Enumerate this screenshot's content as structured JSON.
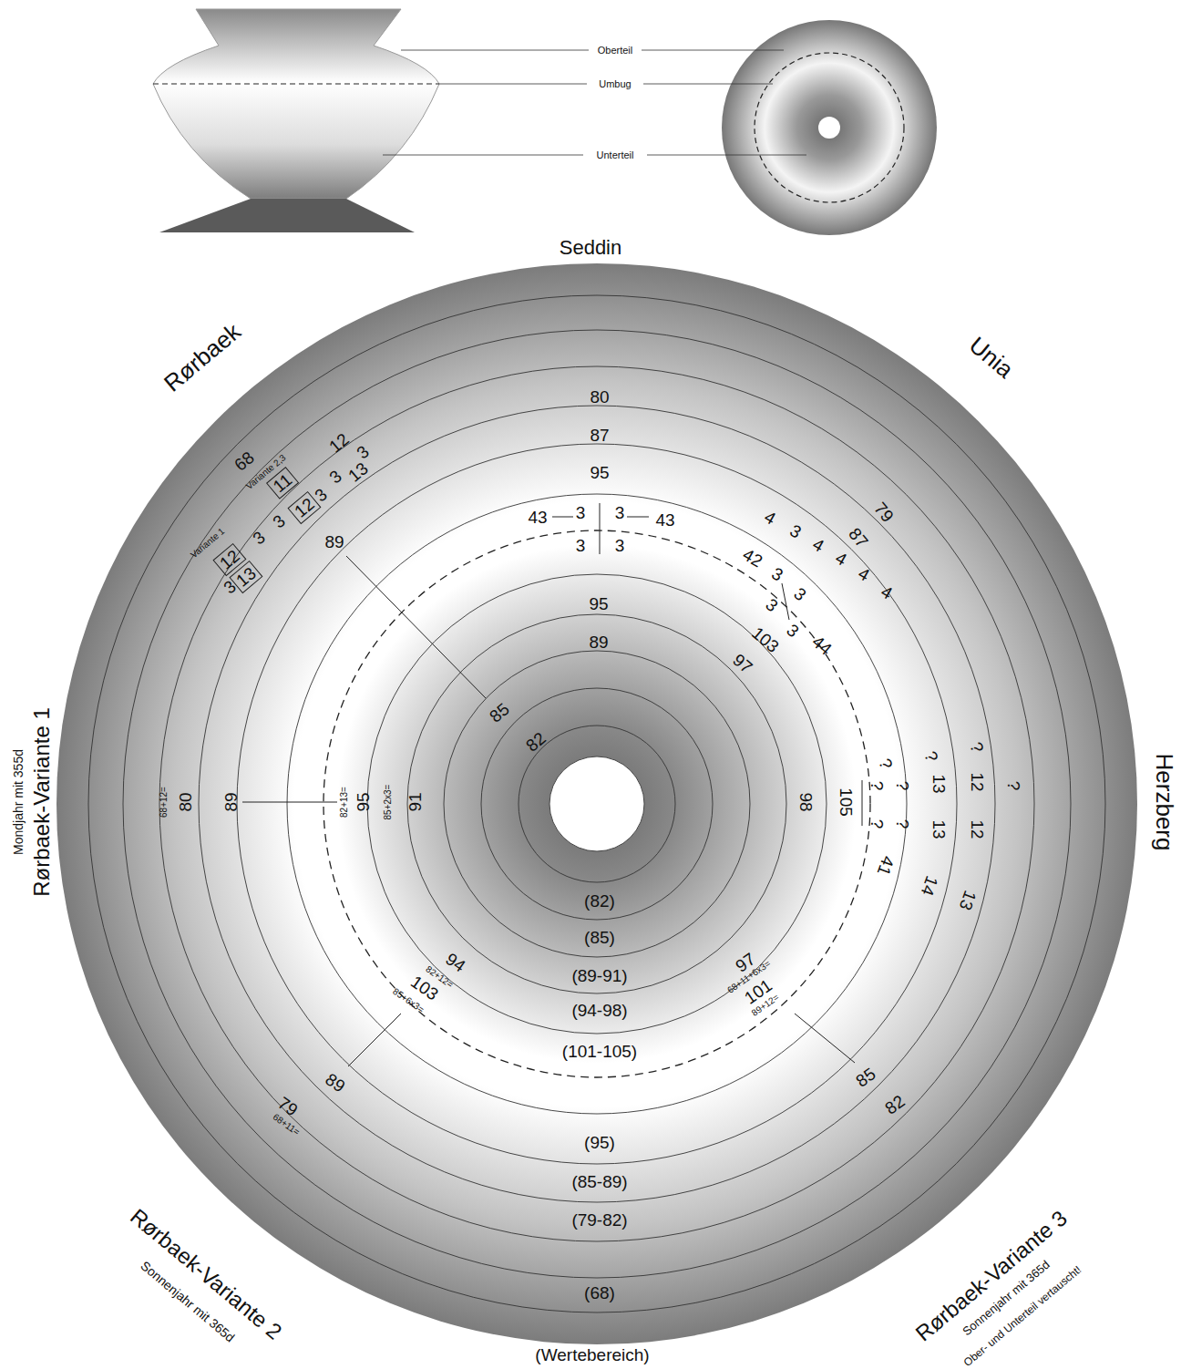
{
  "diagram": {
    "nodes": [
      {
        "text": [
          "11"
        ]
      },
      {
        "text": [
          "12"
        ]
      },
      {
        "text": [
          "12"
        ]
      },
      {
        "text": [
          "13"
        ]
      }
    ],
    "labels": [
      "Oberteil",
      "Umbug",
      "Unterteil",
      "Seddin",
      "Rørbaek",
      "Unia",
      "80",
      "87",
      "95",
      "43",
      "3",
      "3",
      "43",
      "3",
      "3",
      "95",
      "89",
      "68",
      "Variante 2,3",
      "12",
      "3",
      "13",
      "3",
      "3",
      "3",
      "3",
      "Variante 1",
      "3",
      "89",
      "85",
      "82",
      "79",
      "87",
      "4",
      "3",
      "4",
      "4",
      "4",
      "4",
      "42",
      "3",
      "3",
      "3",
      "103",
      "3",
      "44",
      "97",
      "?",
      "?",
      "?",
      "?",
      "?",
      "13",
      "12",
      "?",
      "105",
      "?",
      "?",
      "13",
      "12",
      "41",
      "14",
      "13",
      "98",
      "Mondjahr mit 355d",
      "Rørbaek-Variante 1",
      "68+12=",
      "80",
      "89",
      "82+13=",
      "95",
      "85+2x3=",
      "91",
      "(82)",
      "(85)",
      "(89-91)",
      "(94-98)",
      "(101-105)",
      "(95)",
      "(85-89)",
      "(79-82)",
      "(68)",
      "(Wertebereich)",
      "94",
      "82+12=",
      "103",
      "85+6x3=",
      "89",
      "79",
      "68+11=",
      "97",
      "68+11+6x3=",
      "101",
      "89+12=",
      "85",
      "82",
      "Rørbaek-Variante 2",
      "Sonnenjahr mit 365d",
      "Rørbaek-Variante 3",
      "Sonnenjahr mit 365d",
      "Ober- und Unterteil vertauscht!",
      "Herzberg"
    ]
  }
}
